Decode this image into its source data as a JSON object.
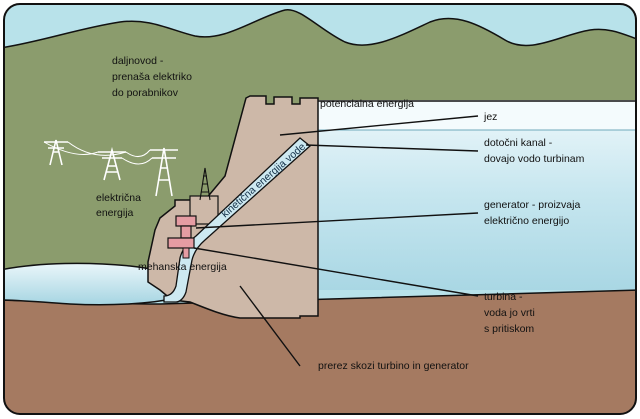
{
  "diagram": {
    "labels": {
      "transmission_l1": "daljnovod -",
      "transmission_l2": "prenaša elektriko",
      "transmission_l3": "do porabnikov",
      "electric_l1": "električna",
      "electric_l2": "energija",
      "potential": "potencialna energija",
      "dam": "jez",
      "intake_l1": "dotočni kanal -",
      "intake_l2": "dovajo vodo turbinam",
      "kinetic": "kinetična energija vode",
      "generator_l1": "generator - proizvaja",
      "generator_l2": "električno energijo",
      "mechanical": "mehanska energija",
      "turbine_l1": "turbina -",
      "turbine_l2": "voda jo vrti",
      "turbine_l3": "s pritiskom",
      "section": "prerez skozi turbino in generator"
    },
    "colors": {
      "sky": "#b8e2ea",
      "mountains": "#8b9c6d",
      "ground": "#a57a61",
      "dam": "#cdb8a8",
      "reservoir": "#c9e7f0",
      "water_light": "#e4f4f8",
      "generator": "#e59ca3",
      "outline": "#111111"
    }
  }
}
